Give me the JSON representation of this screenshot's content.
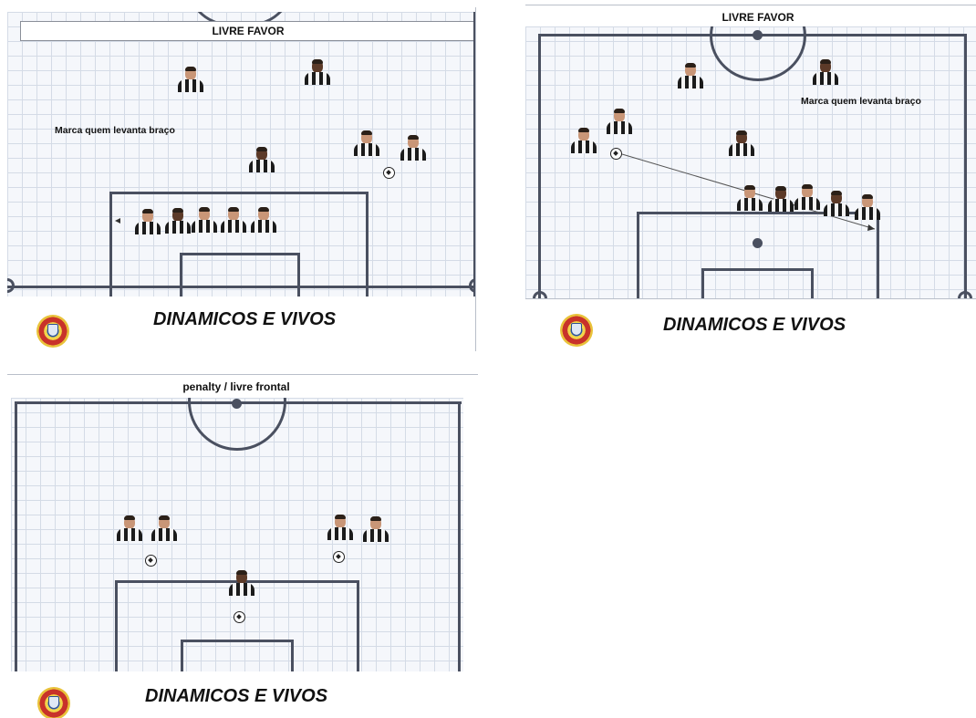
{
  "panels": [
    {
      "title": "LIVRE FAVOR",
      "note": "Marca quem levanta  braço",
      "caption": "DINAMICOS E VIVOS"
    },
    {
      "title": "LIVRE FAVOR",
      "note": "Marca quem levanta braço",
      "caption": "DINAMICOS E VIVOS"
    },
    {
      "title": "penalty / livre frontal",
      "caption": "DINAMICOS E VIVOS"
    }
  ],
  "icons": {
    "player": "player-photo-icon",
    "ball": "football-icon",
    "crest": "club-crest-icon"
  },
  "colors": {
    "pitch_background": "#f5f7fb",
    "grid": "#d4dbe6",
    "lines": "#4a5060",
    "crest_red": "#c8322a",
    "crest_gold": "#f2d54a",
    "crest_blue": "#3a6ec0"
  }
}
